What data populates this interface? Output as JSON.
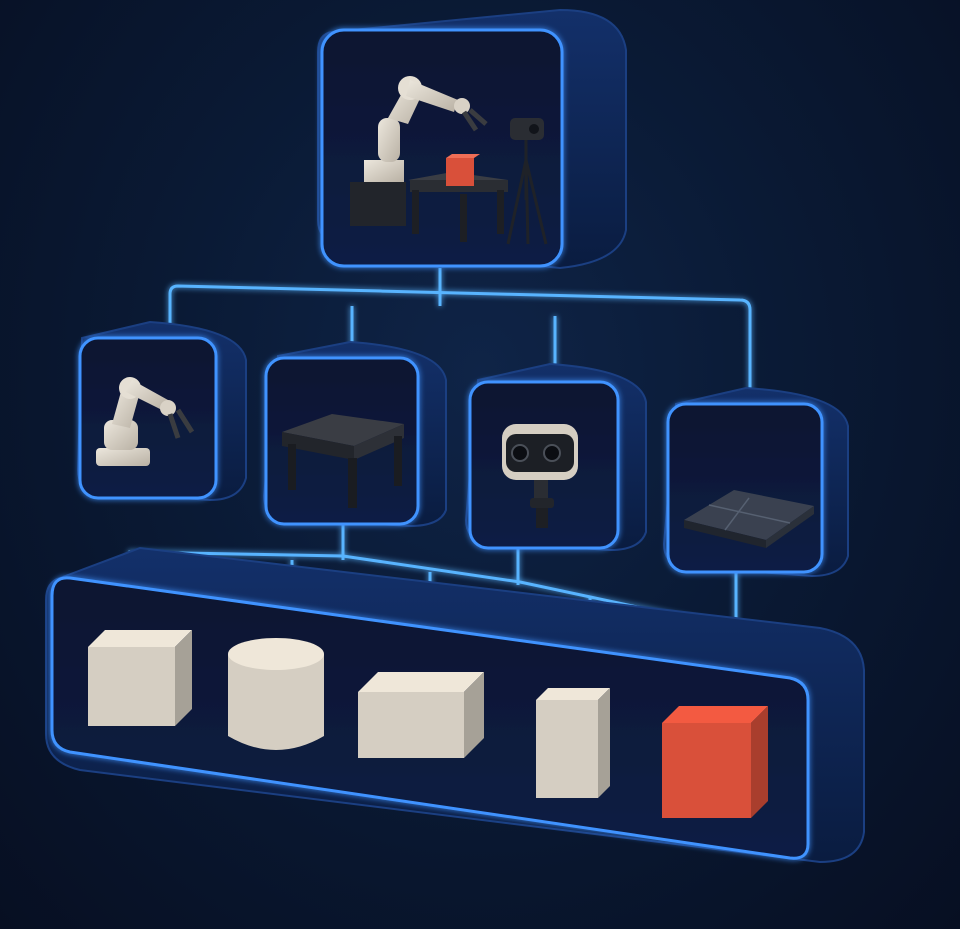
{
  "diagram": {
    "root": {
      "content": "robot-workcell-scene"
    },
    "components": [
      {
        "content": "robot-arm"
      },
      {
        "content": "work-table"
      },
      {
        "content": "depth-camera"
      },
      {
        "content": "floor-plate"
      }
    ],
    "objects": [
      {
        "shape": "cube",
        "color": "#d5cec2"
      },
      {
        "shape": "cylinder",
        "color": "#d5cec2"
      },
      {
        "shape": "box",
        "color": "#d5cec2"
      },
      {
        "shape": "prism",
        "color": "#d5cec2"
      },
      {
        "shape": "cube",
        "color": "#d9503a"
      }
    ]
  },
  "colors": {
    "background": "#0a1a35",
    "panel": "#0d2450",
    "panel_edge": "#1b3f82",
    "glow": "#4aa8ff",
    "object_neutral": "#d5cec2",
    "object_accent": "#d9503a",
    "dark_metal": "#2a2d33"
  }
}
